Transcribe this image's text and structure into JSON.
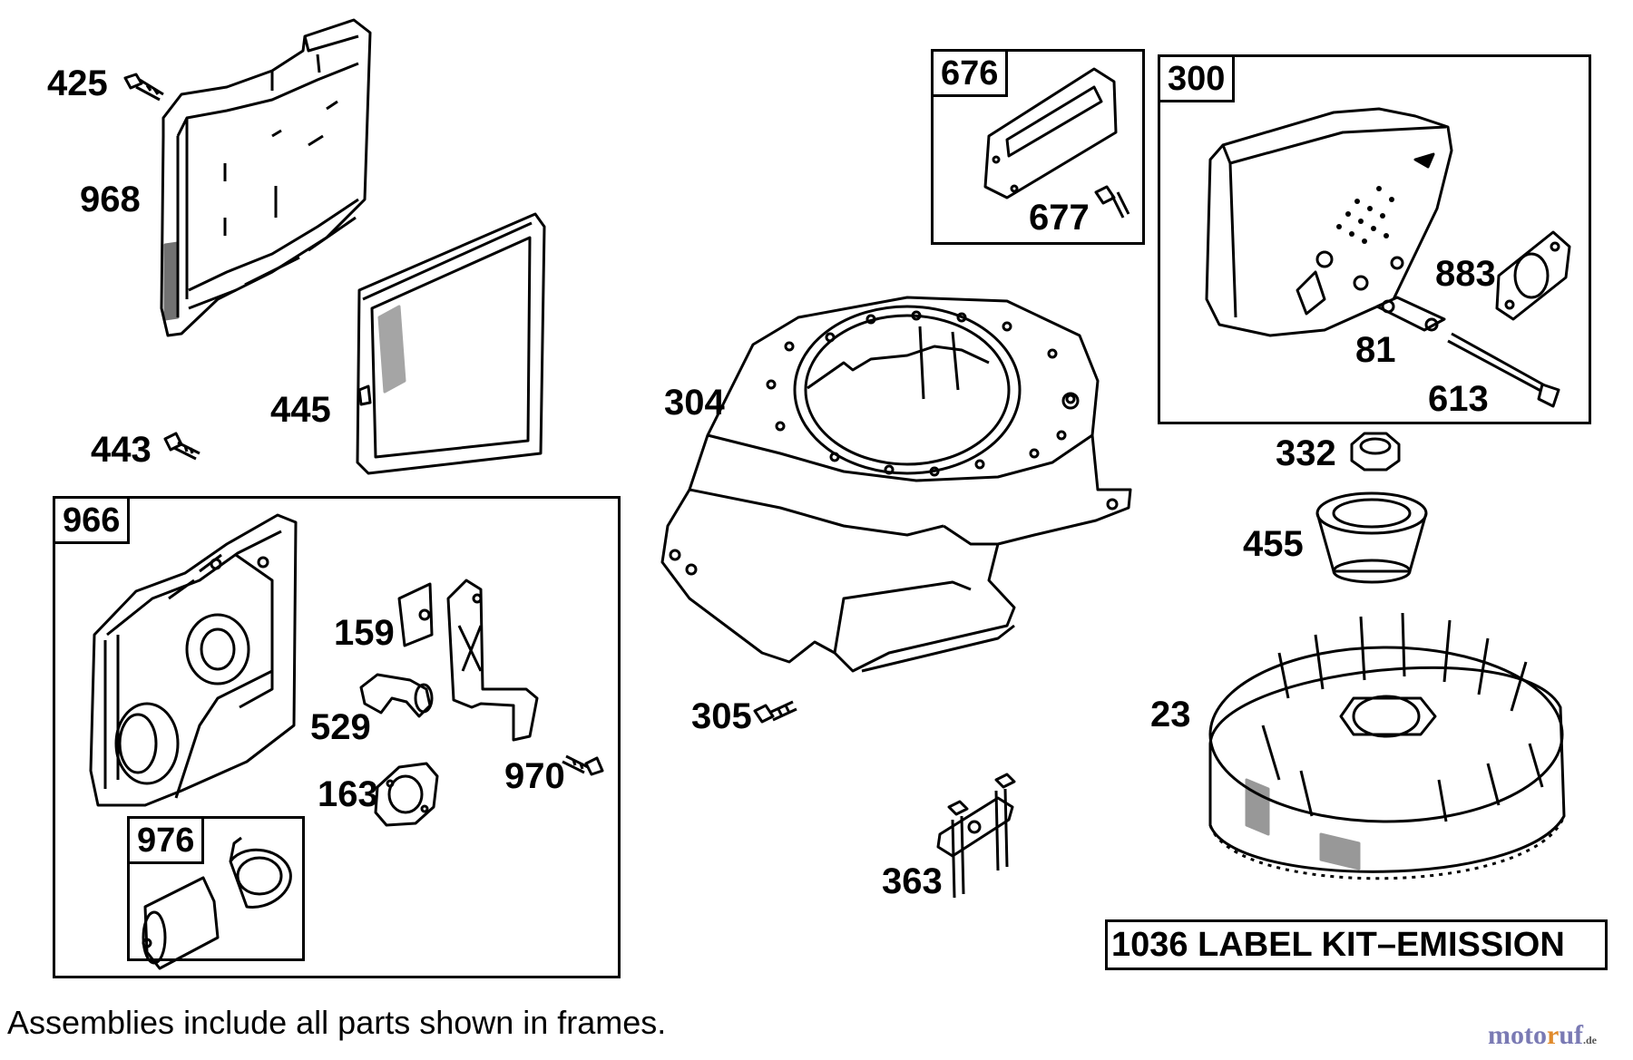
{
  "labels": {
    "p425": "425",
    "p968": "968",
    "p445": "445",
    "p443": "443",
    "p966": "966",
    "p159": "159",
    "p529": "529",
    "p163": "163",
    "p970": "970",
    "p976": "976",
    "p676": "676",
    "p677": "677",
    "p304": "304",
    "p305": "305",
    "p363": "363",
    "p300": "300",
    "p883": "883",
    "p81": "81",
    "p613": "613",
    "p332": "332",
    "p455": "455",
    "p23": "23"
  },
  "kit_label": "1036 LABEL KIT–EMISSION",
  "footnote": "Assemblies include all parts shown in frames.",
  "watermark": {
    "main": "moto",
    "accent": "r",
    "rest": "uf",
    "suffix": ".de"
  }
}
